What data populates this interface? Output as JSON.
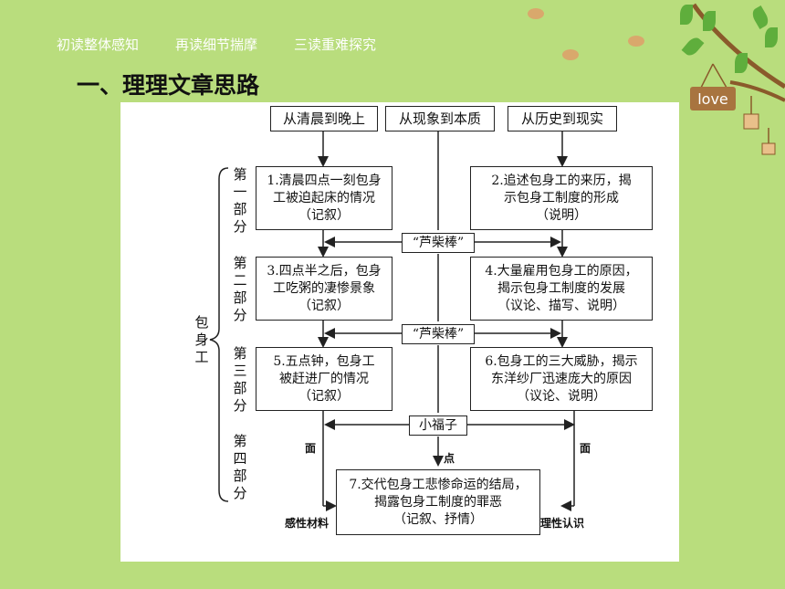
{
  "nav": {
    "items": [
      "初读整体感知",
      "再读细节揣摩",
      "三读重难探究"
    ]
  },
  "title": "一、理理文章思路",
  "diagram": {
    "headers": [
      "从清晨到晚上",
      "从现象到本质",
      "从历史到现实"
    ],
    "parts": [
      "第\n一\n部\n分",
      "第\n二\n部\n分",
      "第\n三\n部\n分",
      "第\n四\n部\n分"
    ],
    "subject": "包\n身\n工",
    "left_boxes": [
      "1.清晨四点一刻包身\n工被迫起床的情况\n（记叙）",
      "3.四点半之后，包身\n工吃粥的凄惨景象\n（记叙）",
      "5.五点钟，包身工\n被赶进厂的情况\n（记叙）"
    ],
    "right_boxes": [
      "2.追述包身工的来历，揭\n示包身工制度的形成\n（说明）",
      "4.大量雇用包身工的原因，\n揭示包身工制度的发展\n（议论、描写、说明）",
      "6.包身工的三大威胁，揭示\n东洋纱厂迅速庞大的原因\n（议论、说明）"
    ],
    "connectors": [
      "“芦柴棒”",
      "“芦柴棒”",
      "小福子"
    ],
    "final_box": "7.交代包身工悲惨命运的结局，\n揭露包身工制度的罪恶\n（记叙、抒情）",
    "mian_left": "面",
    "mian_right": "面",
    "dian": "点",
    "gan_xing": "感性材料",
    "li_xing": "理性认识"
  },
  "decor": {
    "sign_text": "love"
  }
}
